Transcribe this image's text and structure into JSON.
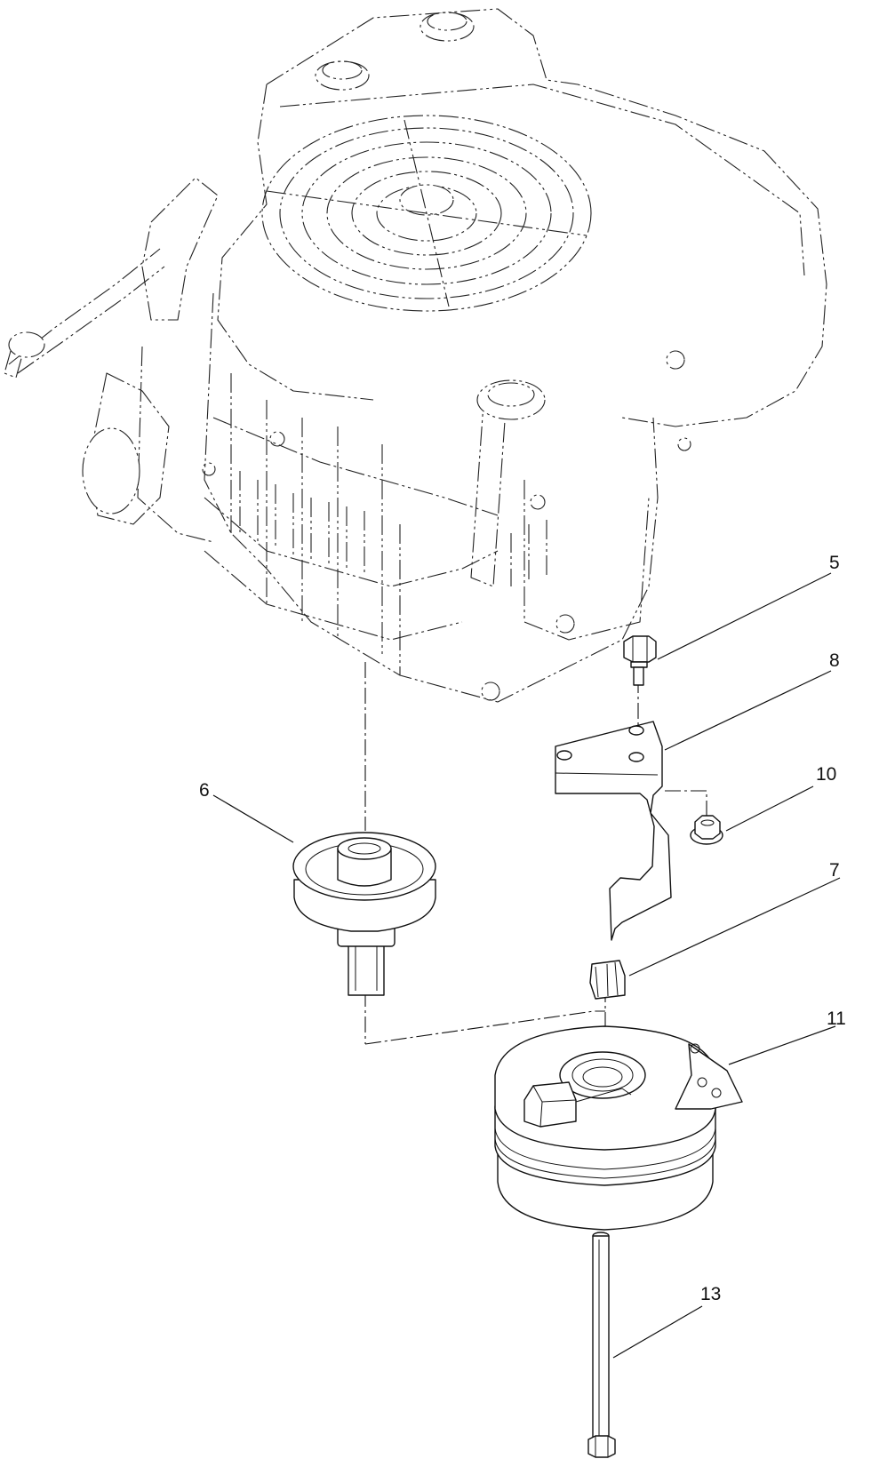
{
  "callouts": {
    "c5": "5",
    "c6": "6",
    "c7": "7",
    "c8": "8",
    "c10": "10",
    "c11": "11",
    "c13": "13"
  }
}
